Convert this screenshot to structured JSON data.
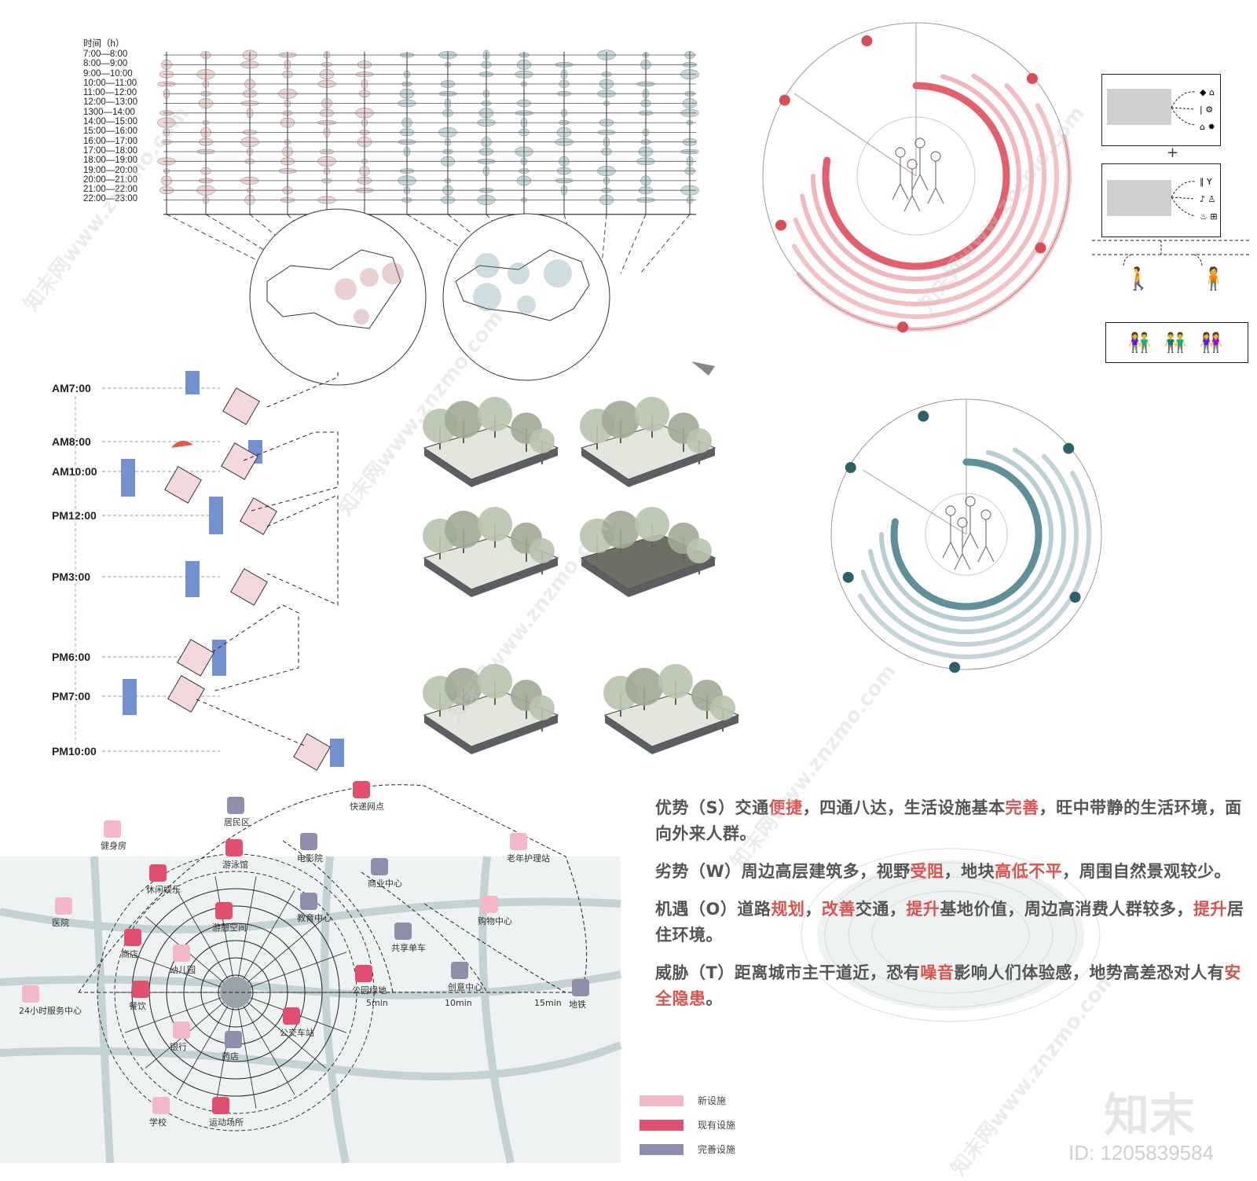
{
  "time_table": {
    "header": "时间（h）",
    "rows": [
      "7:00—8:00",
      "8:00—9:00",
      "9:00—10:00",
      "10:00—11:00",
      "11:00—12:00",
      "12:00—13:00",
      "1300—14:00",
      "14:00—15:00",
      "15:00—16:00",
      "16:00—17:00",
      "17:00—18:00",
      "18:00—19:00",
      "19:00—20:00",
      "20:00—21:00",
      "21:00—22:00",
      "22:00—23:00"
    ]
  },
  "schedule": {
    "times": [
      "AM7:00",
      "AM8:00",
      "AM10:00",
      "PM12:00",
      "PM3:00",
      "PM6:00",
      "PM7:00",
      "PM10:00"
    ]
  },
  "poi": {
    "items": [
      "快递网点",
      "居民区",
      "健身房",
      "游泳馆",
      "电影院",
      "老年护理站",
      "休闲娱乐",
      "商业中心",
      "医院",
      "游憩空间",
      "教育中心",
      "购物中心",
      "商店",
      "共享单车",
      "幼儿园",
      "公园绿地",
      "创意中心",
      "24小时服务中心",
      "餐饮",
      "地铁",
      "银行",
      "公交车站",
      "药店",
      "学校",
      "运动场所"
    ],
    "rings": [
      "5min",
      "10min",
      "15min"
    ]
  },
  "swot": {
    "s": {
      "a": "优势（S）交通",
      "h1": "便捷",
      "b": "，四通八达，生活设施基本",
      "h2": "完善",
      "c": "，旺中带静的生活环境，面向外来人群。"
    },
    "w": {
      "a": "劣势（W）周边高层建筑多，视野",
      "h1": "受阻",
      "b": "，地块",
      "h2": "高低不平",
      "c": "，周围自然景观较少。"
    },
    "o": {
      "a": "机遇（O）道路",
      "h1": "规划",
      "b": "，",
      "h2": "改善",
      "c": "交通，",
      "h3": "提升",
      "d": "基地价值，周边高消费人群较多，",
      "h4": "提升",
      "e": "居住环境。"
    },
    "t": {
      "a": "威胁（T）距离城市主干道近，恐有",
      "h1": "噪音",
      "b": "影响人们体验感，地势高差恐对人有",
      "h2": "安全隐患",
      "c": "。"
    }
  },
  "legend": [
    {
      "label": "新设施",
      "color": "#f3b8c8"
    },
    {
      "label": "现有设施",
      "color": "#e0506e"
    },
    {
      "label": "完善设施",
      "color": "#8f8fab"
    }
  ],
  "watermark": {
    "brand": "知末",
    "id": "ID: 1205839584",
    "site": "知末网www.znzmo.com"
  },
  "colors": {
    "pink": "#c98a8a",
    "teal": "#5f8f98",
    "blue": "#7391cf",
    "red": "#e2606c"
  }
}
